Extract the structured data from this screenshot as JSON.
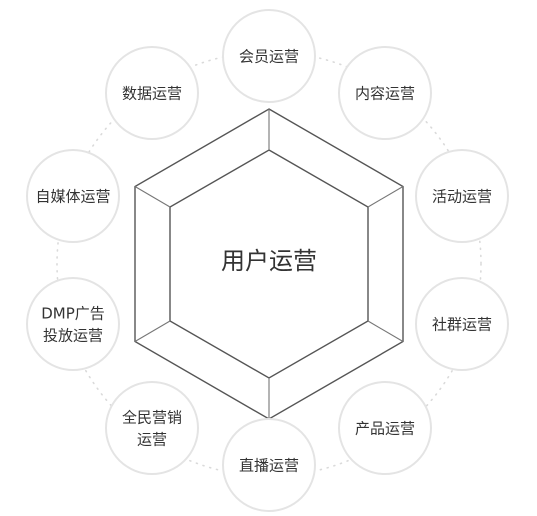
{
  "center": {
    "label": "用户运营"
  },
  "nodes": [
    {
      "id": "member",
      "lines": [
        "会员运营"
      ]
    },
    {
      "id": "content",
      "lines": [
        "内容运营"
      ]
    },
    {
      "id": "activity",
      "lines": [
        "活动运营"
      ]
    },
    {
      "id": "community",
      "lines": [
        "社群运营"
      ]
    },
    {
      "id": "product",
      "lines": [
        "产品运营"
      ]
    },
    {
      "id": "livestream",
      "lines": [
        "直播运营"
      ]
    },
    {
      "id": "all-people-marketing",
      "lines": [
        "全民营销",
        "运营"
      ]
    },
    {
      "id": "dmp-advertising",
      "lines": [
        "DMP广告",
        "投放运营"
      ]
    },
    {
      "id": "self-media",
      "lines": [
        "自媒体运营"
      ]
    },
    {
      "id": "data",
      "lines": [
        "数据运营"
      ]
    }
  ]
}
